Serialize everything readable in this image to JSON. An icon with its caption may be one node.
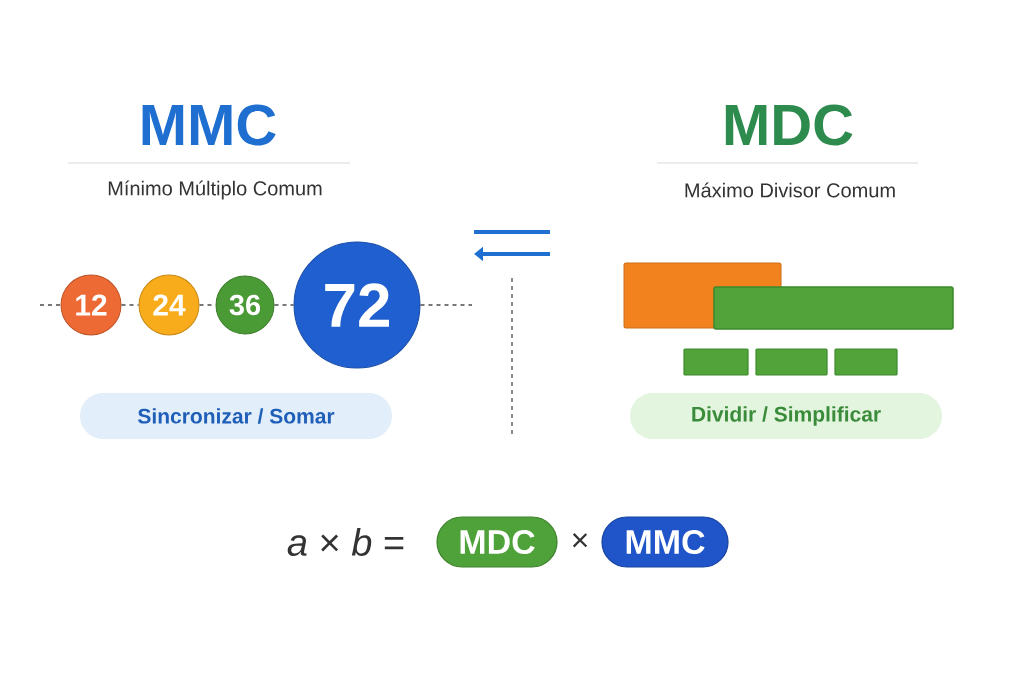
{
  "diagram": {
    "nodes": [
      {
        "text": [
          "12"
        ]
      },
      {
        "text": [
          "24"
        ]
      },
      {
        "text": [
          "36"
        ]
      },
      {
        "text": [
          "72"
        ]
      },
      {
        "text": [
          "Sincronizar / Somar"
        ]
      },
      {
        "text": [
          "Dividir / Simplificar"
        ]
      },
      {
        "text": [
          "MDC"
        ]
      },
      {
        "text": [
          "MMC"
        ]
      }
    ],
    "edges": [
      {
        "from": null,
        "to": 0,
        "arrow": "none",
        "style": "dashed"
      },
      {
        "from": 0,
        "to": 1,
        "arrow": "none",
        "style": "dashed"
      },
      {
        "from": 1,
        "to": 2,
        "arrow": "none",
        "style": "dashed"
      },
      {
        "from": 2,
        "to": 3,
        "arrow": "none",
        "style": "dashed"
      },
      {
        "from": 3,
        "to": null,
        "arrow": "none",
        "style": "dashed"
      }
    ],
    "labels": [
      "MMC",
      "Mínimo Múltiplo Comum",
      "MDC",
      "Máximo Divisor Comum",
      "*a* × *b* =",
      "×"
    ]
  }
}
